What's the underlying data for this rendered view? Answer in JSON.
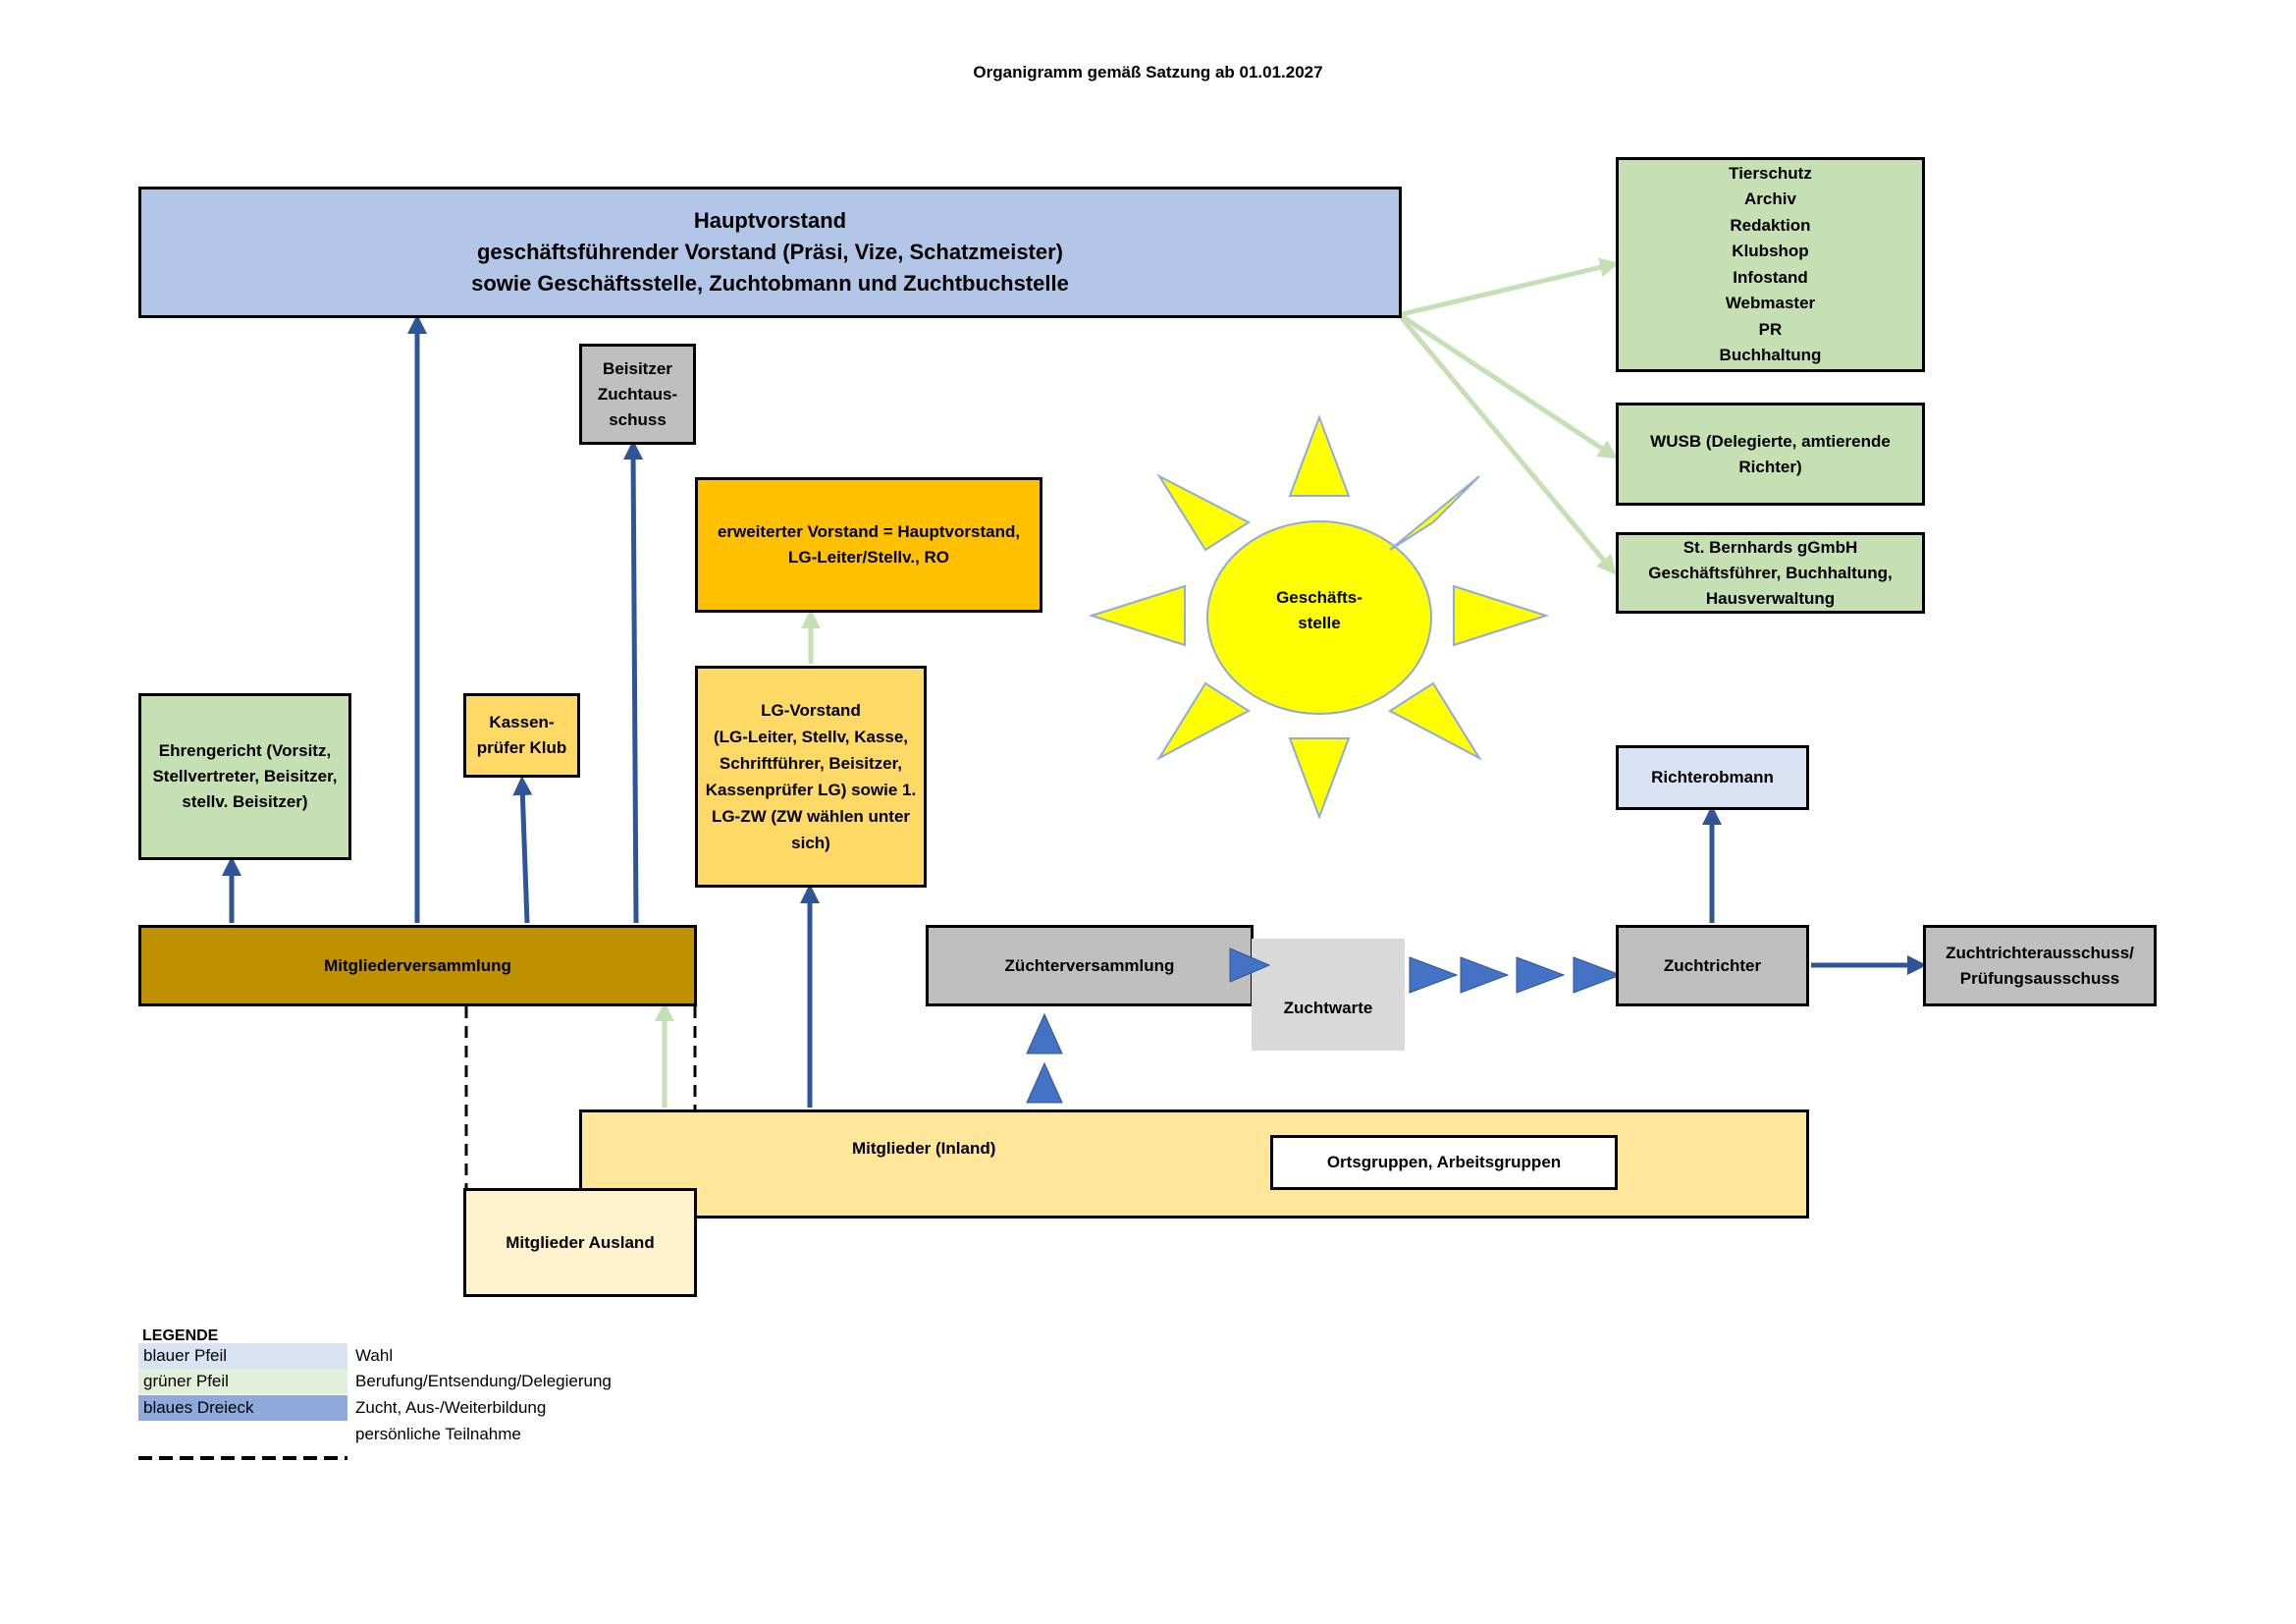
{
  "title": "Organigramm gemäß Satzung ab 01.01.2027",
  "boxes": {
    "hauptvorstand": [
      "Hauptvorstand",
      "geschäftsführender Vorstand  (Präsi, Vize, Schatzmeister)",
      "sowie Geschäftsstelle, Zuchtobmann und Zuchtbuchstelle"
    ],
    "right_list": [
      "Tierschutz",
      "Archiv",
      "Redaktion",
      "Klubshop",
      "Infostand",
      "Webmaster",
      "PR",
      "Buchhaltung"
    ],
    "wusb": [
      "WUSB (Delegierte, amtierende",
      "Richter)"
    ],
    "gmbh": [
      "St. Bernhards gGmbH",
      "Geschäftsführer, Buchhaltung,",
      "Hausverwaltung"
    ],
    "beisitzer": [
      "Beisitzer",
      "Zuchtaus-",
      "schuss"
    ],
    "erweitert": [
      "erweiterter Vorstand = Hauptvorstand,",
      "LG-Leiter/Stellv., RO"
    ],
    "lgvorstand": [
      "LG-Vorstand",
      "(LG-Leiter, Stellv, Kasse,",
      "Schriftführer, Beisitzer,",
      "Kassenprüfer LG) sowie  1.",
      "LG-ZW (ZW wählen unter",
      "sich)"
    ],
    "ehrengericht": [
      "Ehrengericht (Vorsitz,",
      "Stellvertreter,  Beisitzer,",
      "stellv. Beisitzer)"
    ],
    "kassenpruefer": [
      "Kassen-",
      "prüfer Klub"
    ],
    "mitgliederversammlung": "Mitgliederversammlung",
    "zuechterversammlung": "Züchterversammlung",
    "zuchtwarte": "Zuchtwarte",
    "richterobmann": "Richterobmann",
    "zuchtrichter": "Zuchtrichter",
    "ausschuss": [
      "Zuchtrichterausschuss/",
      "Prüfungsausschuss"
    ],
    "mitglieder_inland": "Mitglieder (Inland)",
    "ortsgruppen": "Ortsgruppen, Arbeitsgruppen",
    "mitglieder_ausland": "Mitglieder Ausland",
    "sun": [
      "Geschäfts-",
      "stelle"
    ]
  },
  "legend": {
    "heading": "LEGENDE",
    "items": [
      {
        "swatch": "blauer Pfeil",
        "text": "Wahl",
        "color": "#dae3f3"
      },
      {
        "swatch": "grüner Pfeil",
        "text": "Berufung/Entsendung/Delegierung",
        "color": "#e2efda"
      },
      {
        "swatch": "blaues Dreieck",
        "text": "Zucht, Aus-/Weiterbildung",
        "color": "#8ea9db"
      },
      {
        "swatch": "",
        "text": "persönliche Teilnahme",
        "color": ""
      }
    ]
  },
  "colors": {
    "blue_arrow": "#2f5597",
    "green_arrow": "#c5e0b4",
    "triangle": "#4472c4",
    "sun": "#ffff00",
    "sun_stroke": "#8faadc"
  }
}
